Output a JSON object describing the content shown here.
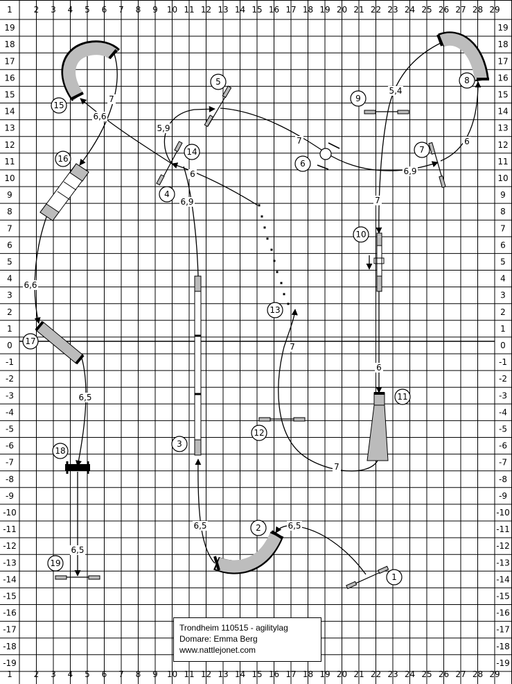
{
  "grid": {
    "col_labels": [
      "1",
      "2",
      "3",
      "4",
      "5",
      "6",
      "7",
      "8",
      "9",
      "10",
      "11",
      "12",
      "13",
      "14",
      "15",
      "16",
      "17",
      "18",
      "19",
      "20",
      "21",
      "22",
      "23",
      "24",
      "25",
      "26",
      "27",
      "28",
      "29"
    ],
    "row_labels": [
      "19",
      "18",
      "17",
      "16",
      "15",
      "14",
      "13",
      "12",
      "11",
      "10",
      "9",
      "8",
      "7",
      "6",
      "5",
      "4",
      "3",
      "2",
      "1",
      "0",
      "-1",
      "-2",
      "-3",
      "-4",
      "-5",
      "-6",
      "-7",
      "-8",
      "-9",
      "-10",
      "-11",
      "-12",
      "-13",
      "-14",
      "-15",
      "-16",
      "-17",
      "-18",
      "-19"
    ]
  },
  "obstacles": [
    {
      "number": "1"
    },
    {
      "number": "2"
    },
    {
      "number": "3"
    },
    {
      "number": "4"
    },
    {
      "number": "5"
    },
    {
      "number": "6"
    },
    {
      "number": "7"
    },
    {
      "number": "8"
    },
    {
      "number": "9"
    },
    {
      "number": "10"
    },
    {
      "number": "11"
    },
    {
      "number": "12"
    },
    {
      "number": "13"
    },
    {
      "number": "14"
    },
    {
      "number": "15"
    },
    {
      "number": "16"
    },
    {
      "number": "17"
    },
    {
      "number": "18"
    },
    {
      "number": "19"
    }
  ],
  "distances": [
    "6,5",
    "6,5",
    "6,9",
    "5,9",
    "7",
    "6,9",
    "6",
    "5,4",
    "7",
    "6",
    "7",
    "7",
    "6",
    "7",
    "6,6",
    "6,6",
    "6,5",
    "6,5"
  ],
  "info": {
    "line1": "Trondheim 110515 - agilitylag",
    "line2": "Domare: Emma Berg",
    "line3": "www.nattlejonet.com"
  }
}
